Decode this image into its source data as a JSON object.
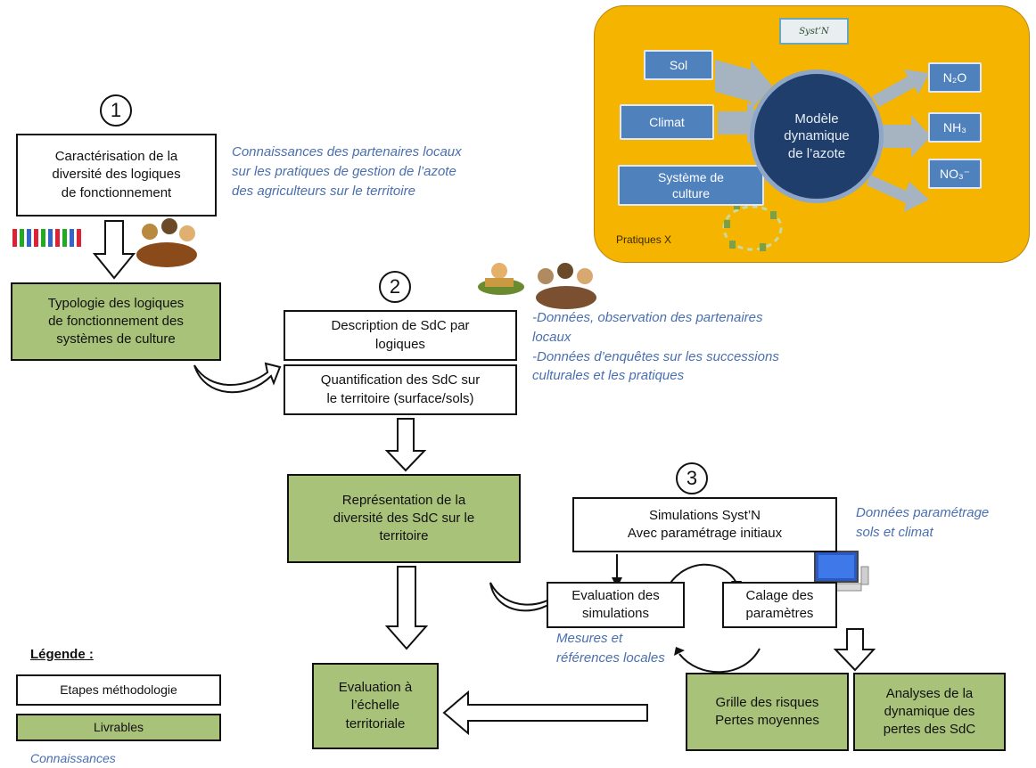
{
  "steps": {
    "step1": "1",
    "step2": "2",
    "step3": "3"
  },
  "boxes": {
    "caracterisation": "Caractérisation de la\ndiversité des logiques\nde fonctionnement",
    "typologie": "Typologie des logiques\nde fonctionnement des\nsystèmes de culture",
    "description": "Description de SdC par\nlogiques",
    "quantification": "Quantification des SdC sur\nle territoire (surface/sols)",
    "representation": "Représentation de la\ndiversité des SdC sur le\nterritoire",
    "simulations": "Simulations Syst’N\nAvec paramétrage initiaux",
    "evaluation_sim": "Evaluation des\nsimulations",
    "calage": "Calage des\nparamètres",
    "grille": "Grille des risques\nPertes moyennes",
    "analyses": "Analyses de la\ndynamique des\npertes des SdC",
    "evaluation_terr": "Evaluation à\nl’échelle\nterritoriale"
  },
  "knowledge": {
    "partenaires": "Connaissances des partenaires locaux\nsur les pratiques de gestion de l’azote\ndes agriculteurs sur le territoire",
    "donnees": "-Données, observation des partenaires\nlocaux\n-Données d’enquêtes sur les successions\nculturales et les pratiques",
    "parametrage": "Données paramétrage\nsols et climat",
    "mesures": "Mesures et\nréférences locales"
  },
  "model_panel": {
    "logo": "Syst’N",
    "inputs": [
      "Sol",
      "Climat",
      "Système de\nculture"
    ],
    "model": "Modèle\ndynamique\nde l’azote",
    "outputs": [
      "N₂O",
      "NH₃",
      "NO₃⁻"
    ],
    "pratiques": "Pratiques X"
  },
  "legend": {
    "title": "Légende :",
    "etapes": "Etapes méthodologie",
    "livrables": "Livrables",
    "connaissances": "Connaissances"
  },
  "colors": {
    "livrable_green": "#a9c27a",
    "knowledge_blue": "#4a6fb0",
    "panel_orange": "#f5b400",
    "input_blue": "#4f81bd",
    "model_navy": "#1f3e6b"
  }
}
